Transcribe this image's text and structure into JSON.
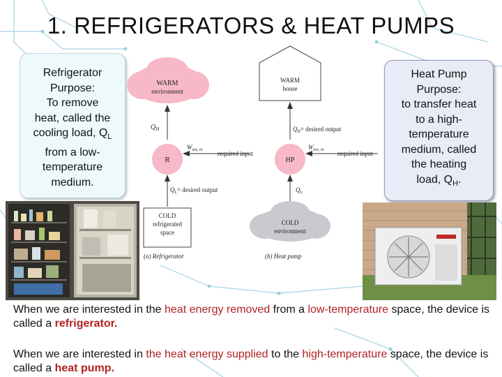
{
  "title": "1. REFRIGERATORS & HEAT PUMPS",
  "left_callout": {
    "lines": [
      "Refrigerator",
      "Purpose:",
      "To remove",
      "heat, called the",
      "cooling load, Q",
      "from a low-",
      "temperature",
      "medium."
    ],
    "subscript": "L"
  },
  "right_callout": {
    "lines": [
      "Heat Pump",
      "Purpose:",
      "to transfer heat",
      "to a high-",
      "temperature",
      "medium, called",
      "the heating",
      "load, Q"
    ],
    "subscript": "H",
    "suffix": "."
  },
  "diagram": {
    "refrigerator": {
      "warm_label": "WARM",
      "warm_sub": "environment",
      "device": "R",
      "qh": "Q",
      "qh_sub": "H",
      "win": "W",
      "win_sub": "net, in",
      "win_note": "required input",
      "ql": "Q",
      "ql_sub": "L",
      "ql_note": "= desired output",
      "cold_label": "COLD",
      "cold_sub1": "refrigerated",
      "cold_sub2": "space",
      "caption": "(a) Refrigerator"
    },
    "heat_pump": {
      "warm_label": "WARM",
      "warm_sub": "house",
      "device": "HP",
      "qh": "Q",
      "qh_sub": "H",
      "qh_note": "= desired output",
      "win": "W",
      "win_sub": "net, in",
      "win_note": "required input",
      "ql": "Q",
      "ql_sub": "L",
      "cold_label": "COLD",
      "cold_sub": "environment",
      "caption": "(b) Heat pump"
    }
  },
  "para1": {
    "t1": "When we are interested in the ",
    "h1": "heat energy removed",
    "t2": " from a ",
    "h2": "low-temperature",
    "t3": " space, the device is called a ",
    "h3": "refrigerator.",
    "t4": ""
  },
  "para2": {
    "t1": "When we are interested in ",
    "h1": "the heat energy supplied",
    "t2": " to the ",
    "h2": "high-temperature",
    "t3": " space, the device is called a ",
    "h3": "heat pump.",
    "t4": ""
  },
  "colors": {
    "highlight": "#b22222",
    "warm_fill": "#f7b8c8",
    "cold_fill": "#c9c9cf",
    "device_fill": "#f7b8c8"
  }
}
